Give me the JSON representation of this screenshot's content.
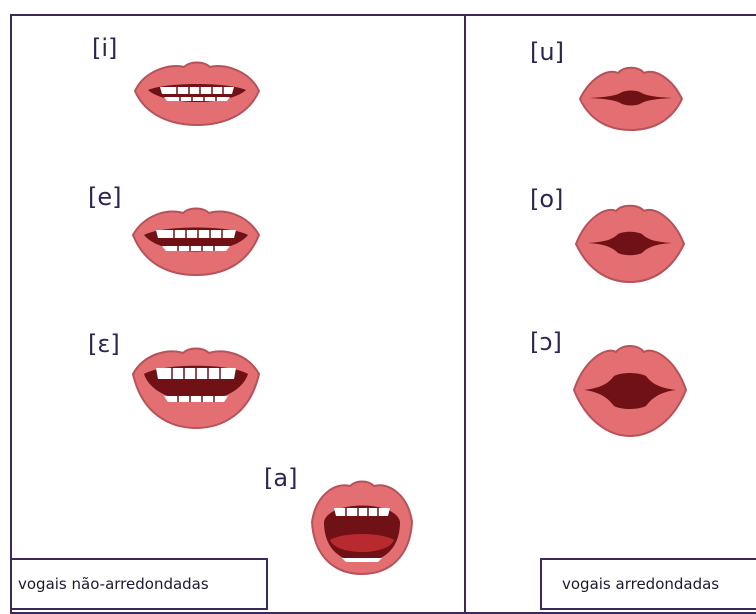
{
  "left_panel": {
    "caption": "vogais não-arredondadas",
    "vowels": [
      {
        "label": "[i]",
        "icon": "smile-mouth-i-icon"
      },
      {
        "label": "[e]",
        "icon": "smile-mouth-e-icon"
      },
      {
        "label": "[ɛ]",
        "icon": "smile-mouth-open-e-icon"
      },
      {
        "label": "[a]",
        "icon": "open-mouth-a-icon"
      }
    ]
  },
  "right_panel": {
    "caption": "vogais arredondadas",
    "vowels": [
      {
        "label": "[u]",
        "icon": "rounded-lips-u-icon"
      },
      {
        "label": "[o]",
        "icon": "rounded-lips-o-icon"
      },
      {
        "label": "[ɔ]",
        "icon": "rounded-lips-open-o-icon"
      }
    ]
  },
  "colors": {
    "border": "#3b2a59",
    "label_text": "#2e2352",
    "lips": "#e46f72",
    "lip_outline": "#b5525a",
    "mouth_interior": "#6f1115",
    "teeth": "#ffffff",
    "tongue": "#b82a30"
  }
}
